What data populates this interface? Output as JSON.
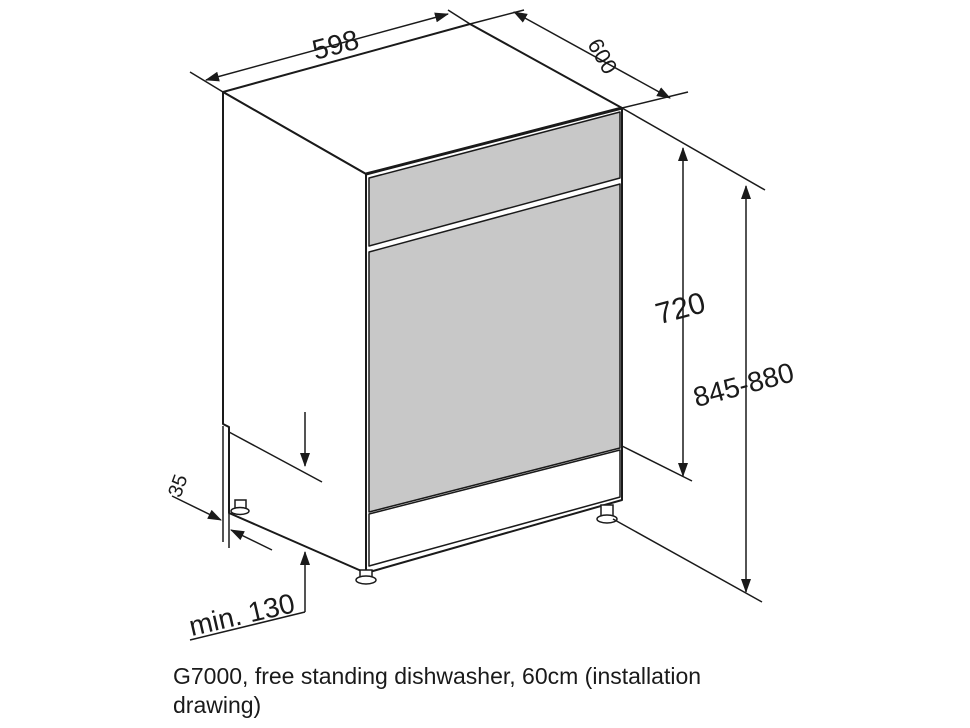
{
  "dimensions": {
    "width": "598",
    "depth": "600",
    "body_height": "720",
    "total_height": "845-880",
    "foot_offset": "35",
    "min_clearance": "min. 130"
  },
  "caption": "G7000, free standing dishwasher, 60cm (installation drawing)",
  "colors": {
    "line": "#1a1a1a",
    "panel_gray": "#c8c8c8",
    "side_face": "#ffffff",
    "top_face": "#ffffff"
  }
}
